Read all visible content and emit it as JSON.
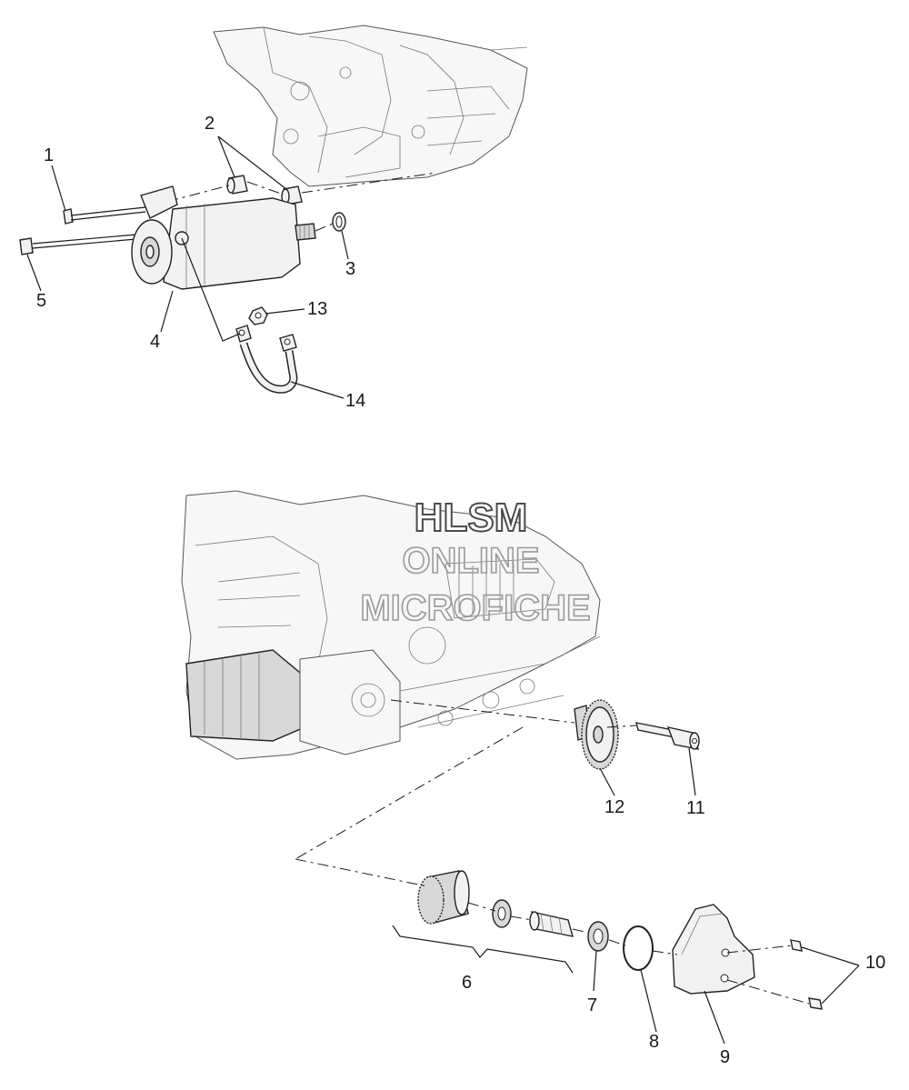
{
  "callouts": [
    "1",
    "2",
    "3",
    "4",
    "5",
    "6",
    "7",
    "8",
    "9",
    "10",
    "11",
    "12",
    "13",
    "14"
  ],
  "watermark": {
    "line1": "HLSM",
    "line2": "ONLINE",
    "line3": "MICROFICHE"
  }
}
